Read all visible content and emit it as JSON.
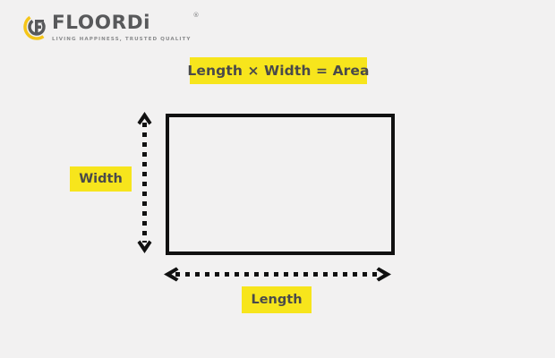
{
  "background_color": "#f2f1f1",
  "accent_color": "#f7e51c",
  "ink_color": "#111111",
  "logo": {
    "mark_name": "floordi-circular-f-mark",
    "mark_yellow": "#f5c518",
    "mark_gray": "#58595b",
    "wordmark": "FLOORDi",
    "registered_mark": "®",
    "tagline": "LIVING HAPPINESS, TRUSTED QUALITY"
  },
  "diagram": {
    "title": "Length × Width = Area",
    "width_label": "Width",
    "length_label": "Length",
    "shape": "rectangle",
    "vertical_arrow_name": "width-dimension-arrow",
    "horizontal_arrow_name": "length-dimension-arrow"
  }
}
